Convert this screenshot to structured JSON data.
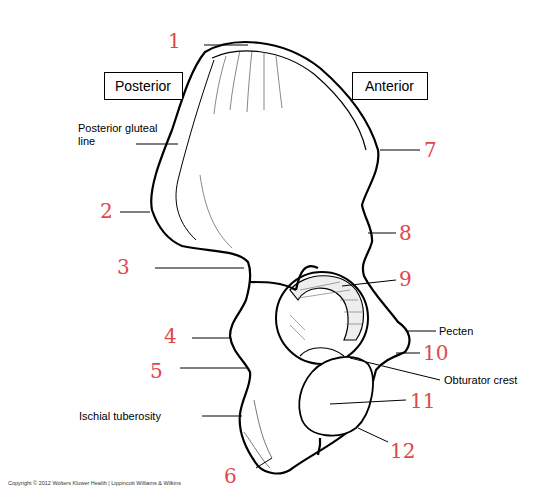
{
  "diagram": {
    "nodes": [
      {
        "text": [
          "Posterior"
        ]
      },
      {
        "text": [
          "Anterior"
        ]
      }
    ],
    "labels": [
      "1",
      "Posterior gluteal line",
      "7",
      "2",
      "8",
      "3",
      "9",
      "4",
      "Pecten",
      "10",
      "5",
      "Obturator crest",
      "11",
      "Ischial tuberosity",
      "12",
      "6",
      "Copyright © 2012 Wolters Kluwer Health | Lippincott Williams & Wilkins"
    ]
  }
}
